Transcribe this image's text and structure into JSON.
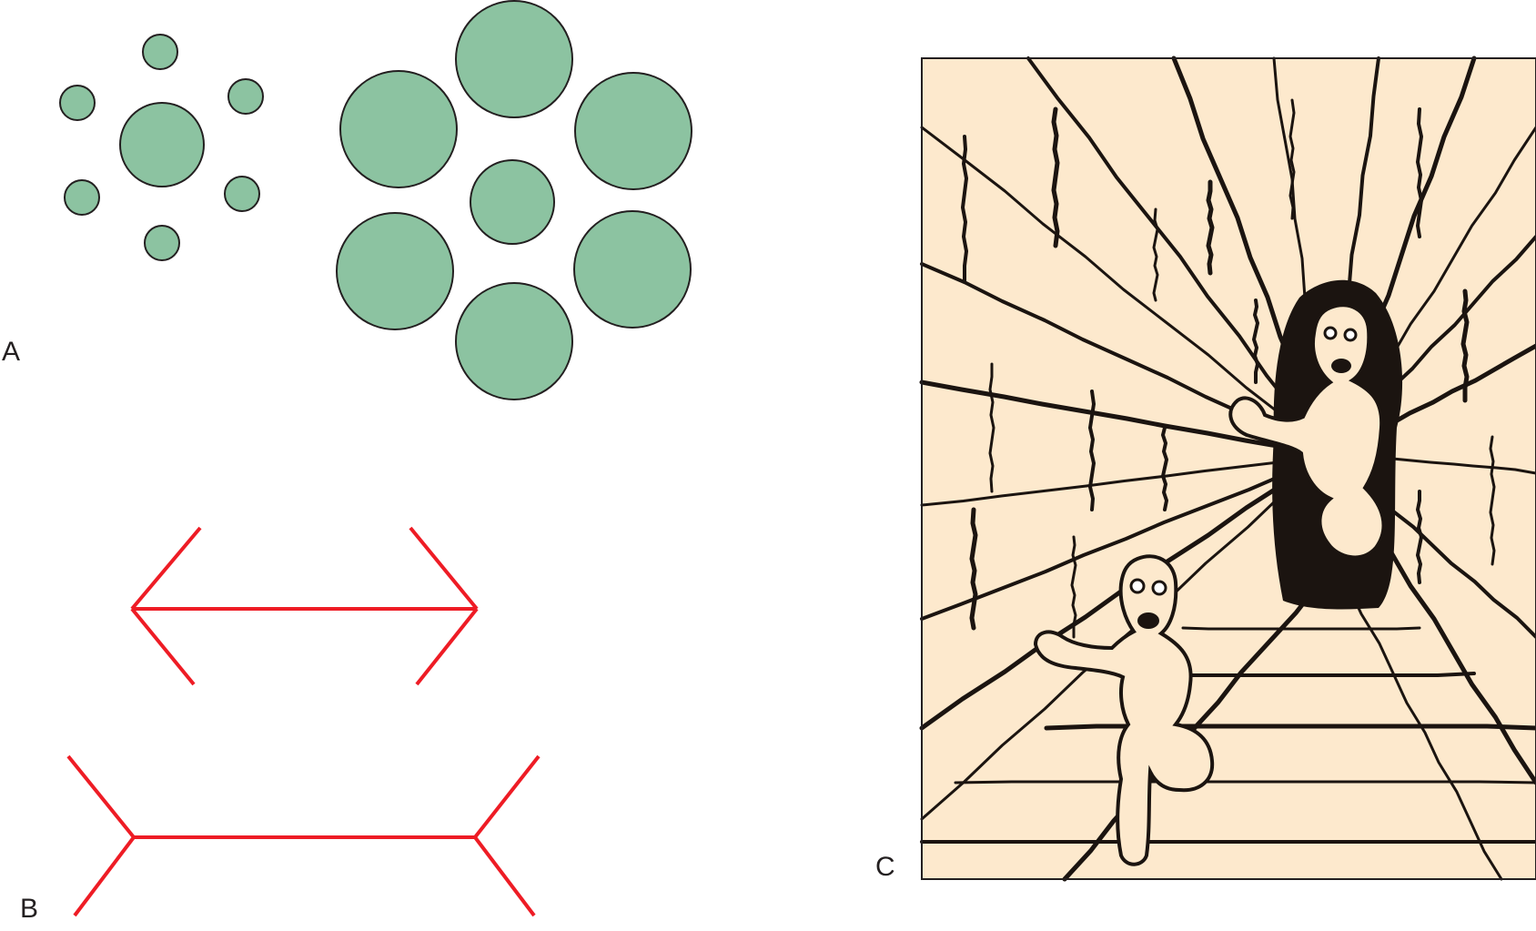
{
  "panels": {
    "a": {
      "label": "A",
      "circle_fill": "#8cc3a1",
      "circle_stroke": "#231f20",
      "description_icon": "ebbinghaus-circles"
    },
    "b": {
      "label": "B",
      "line_color": "#ee1c25",
      "description_icon": "muller-lyer-arrows"
    },
    "c": {
      "label": "C",
      "background": "#fde9cd",
      "ink": "#1b1410",
      "description_icon": "corridor-monsters-illustration"
    }
  }
}
